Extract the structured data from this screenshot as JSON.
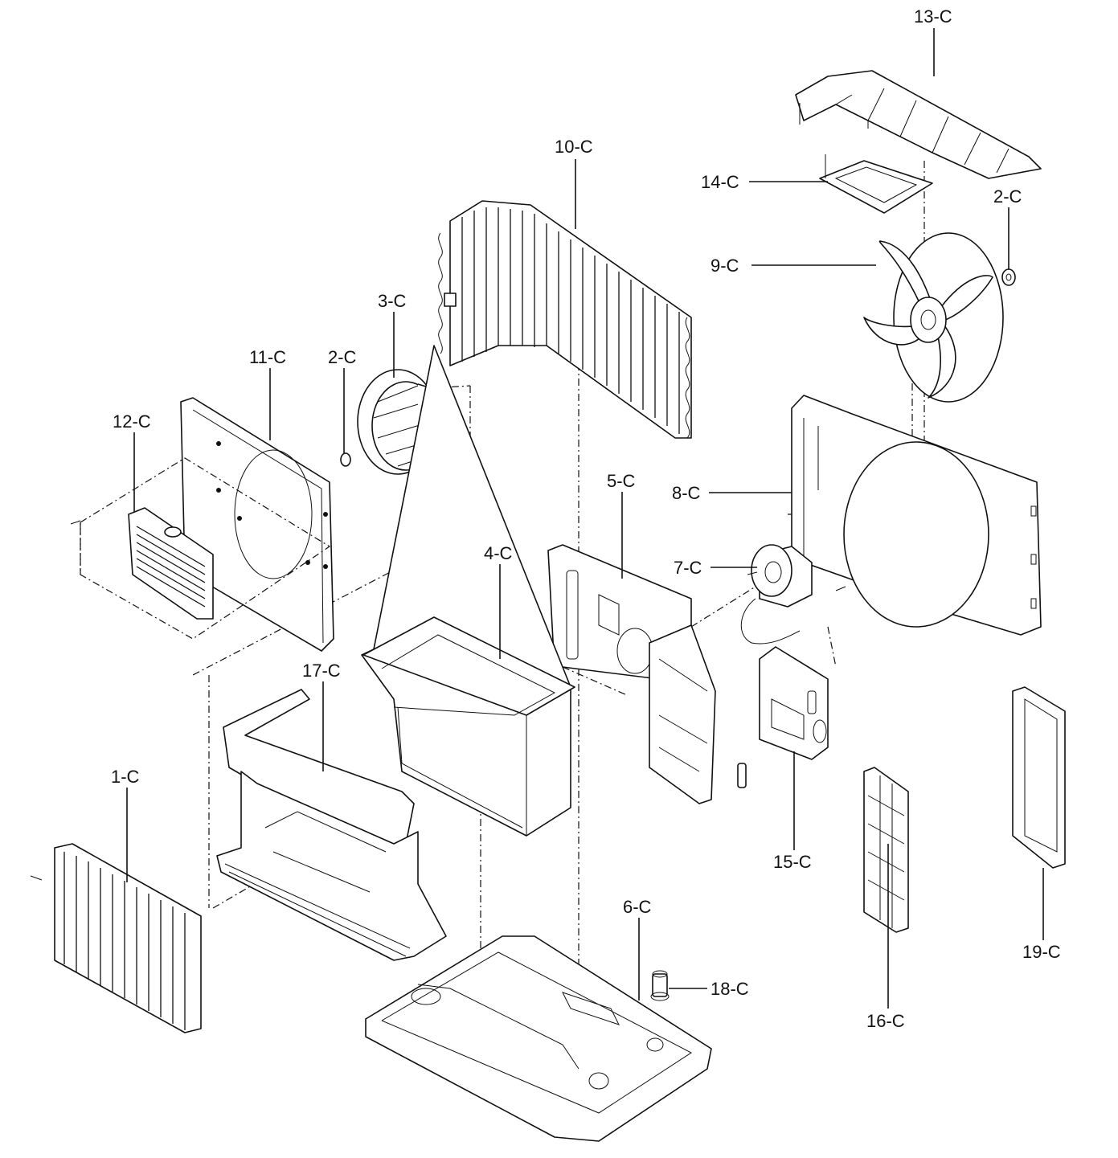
{
  "labels": {
    "c13": "13-C",
    "c14": "14-C",
    "c2_right": "2-C",
    "c9": "9-C",
    "c10": "10-C",
    "c3": "3-C",
    "c11": "11-C",
    "c2_left": "2-C",
    "c12": "12-C",
    "c5": "5-C",
    "c8": "8-C",
    "c4": "4-C",
    "c7": "7-C",
    "c17": "17-C",
    "c1": "1-C",
    "c15": "15-C",
    "c16": "16-C",
    "c19": "19-C",
    "c6": "6-C",
    "c18": "18-C"
  }
}
